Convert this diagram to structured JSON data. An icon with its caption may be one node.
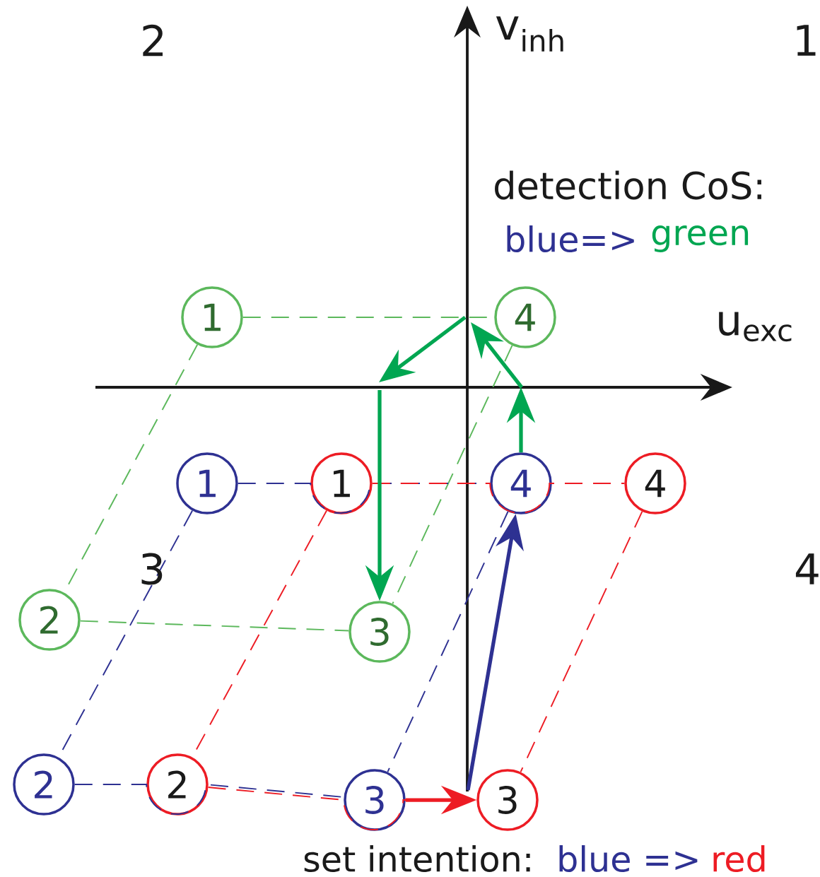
{
  "diagram": {
    "nodes": [
      {
        "text": [
          "1"
        ]
      },
      {
        "text": [
          "4"
        ]
      },
      {
        "text": [
          "1"
        ]
      },
      {
        "text": [
          "1"
        ]
      },
      {
        "text": [
          "4"
        ]
      },
      {
        "text": [
          "4"
        ]
      },
      {
        "text": [
          "2"
        ]
      },
      {
        "text": [
          "3"
        ]
      },
      {
        "text": [
          "2"
        ]
      },
      {
        "text": [
          "2"
        ]
      },
      {
        "text": [
          "3"
        ]
      },
      {
        "text": [
          "3"
        ]
      }
    ],
    "edges": [
      {
        "from": 0,
        "to": 1,
        "arrow": "none",
        "style": "dashed",
        "color": "#5cb85c"
      },
      {
        "from": 0,
        "to": 6,
        "arrow": "none",
        "style": "dashed",
        "color": "#5cb85c"
      },
      {
        "from": 6,
        "to": 7,
        "arrow": "none",
        "style": "dashed",
        "color": "#5cb85c"
      },
      {
        "from": 1,
        "to": 7,
        "arrow": "none",
        "style": "dashed",
        "color": "#5cb85c"
      },
      {
        "from": 2,
        "to": 4,
        "arrow": "none",
        "style": "dashed",
        "color": "#2e3192"
      },
      {
        "from": 2,
        "to": 8,
        "arrow": "none",
        "style": "dashed",
        "color": "#2e3192"
      },
      {
        "from": 8,
        "to": 10,
        "arrow": "none",
        "style": "dashed",
        "color": "#2e3192"
      },
      {
        "from": 4,
        "to": 10,
        "arrow": "none",
        "style": "dashed",
        "color": "#2e3192"
      },
      {
        "from": 3,
        "to": 5,
        "arrow": "none",
        "style": "dashed",
        "color": "#ed1c24"
      },
      {
        "from": 3,
        "to": 9,
        "arrow": "none",
        "style": "dashed",
        "color": "#ed1c24"
      },
      {
        "from": 9,
        "to": 11,
        "arrow": "none",
        "style": "dashed",
        "color": "#ed1c24"
      },
      {
        "from": 5,
        "to": 11,
        "arrow": "none",
        "style": "dashed",
        "color": "#ed1c24"
      },
      {
        "from": 10,
        "to": 11,
        "arrow": "to",
        "style": "thick",
        "color": "#ed1c24"
      },
      {
        "from": null,
        "to": 4,
        "arrow": "to",
        "style": "thick",
        "color": "#2e3192"
      },
      {
        "from": 4,
        "to": null,
        "arrow": "to",
        "style": "thick",
        "color": "#00a651"
      },
      {
        "from": null,
        "to": 7,
        "arrow": "to",
        "style": "thick",
        "color": "#00a651"
      }
    ],
    "labels": [
      "2",
      "v$_{inh}$",
      "1",
      "detection CoS:",
      "blue=>",
      "green",
      "u$_{exc}$",
      "3",
      "4",
      "set intention:",
      "blue =>",
      "red"
    ]
  }
}
